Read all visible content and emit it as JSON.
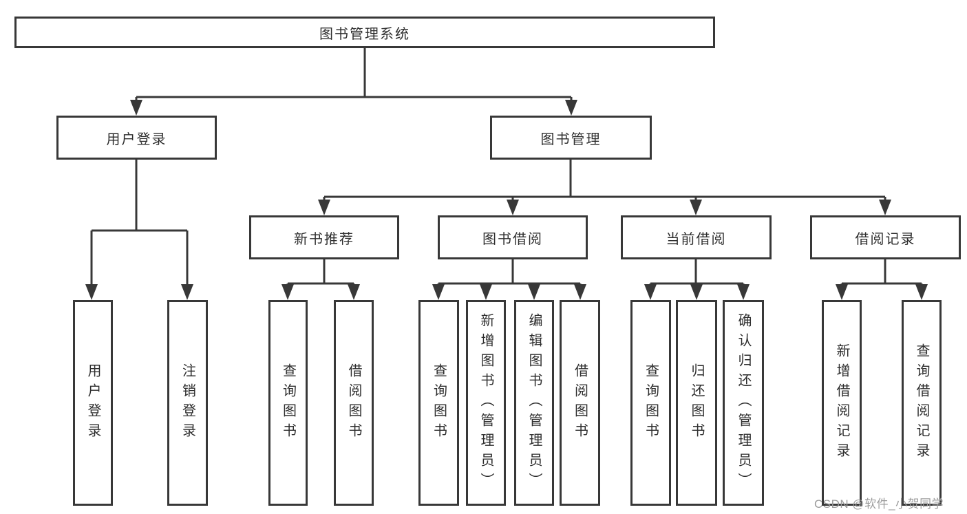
{
  "diagram": {
    "root": {
      "label": "图书管理系统"
    },
    "branches": [
      {
        "label": "用户登录",
        "children": [
          {
            "label": "用户登录"
          },
          {
            "label": "注销登录"
          }
        ]
      },
      {
        "label": "图书管理",
        "children": [
          {
            "label": "新书推荐",
            "children": [
              {
                "label": "查询图书"
              },
              {
                "label": "借阅图书"
              }
            ]
          },
          {
            "label": "图书借阅",
            "children": [
              {
                "label": "查询图书"
              },
              {
                "label": "新增图书（管理员）"
              },
              {
                "label": "编辑图书（管理员）"
              },
              {
                "label": "借阅图书"
              }
            ]
          },
          {
            "label": "当前借阅",
            "children": [
              {
                "label": "查询图书"
              },
              {
                "label": "归还图书"
              },
              {
                "label": "确认归还（管理员）"
              }
            ]
          },
          {
            "label": "借阅记录",
            "children": [
              {
                "label": "新增借阅记录"
              },
              {
                "label": "查询借阅记录"
              }
            ]
          }
        ]
      }
    ]
  },
  "watermark": {
    "text": "CSDN @软件_小贺同学"
  },
  "colors": {
    "line": "#383838",
    "text": "#2e2e2e",
    "watermark": "#9c9c9c",
    "background": "#ffffff"
  }
}
